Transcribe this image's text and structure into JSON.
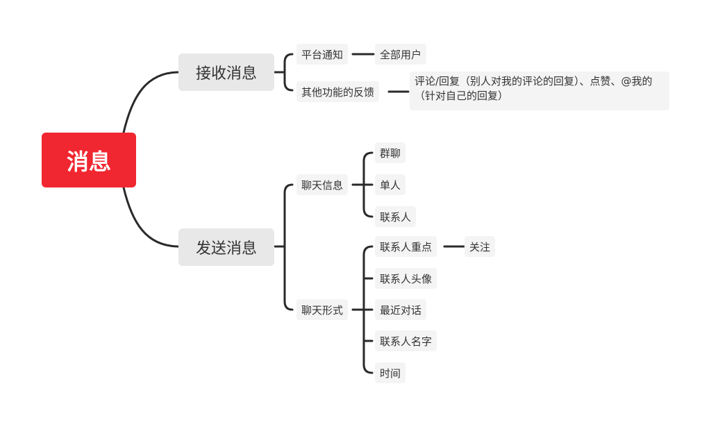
{
  "mindmap": {
    "root": "消息",
    "receive": {
      "label": "接收消息",
      "platform_notice": "平台通知",
      "all_users": "全部用户",
      "feedback": "其他功能的反馈",
      "feedback_detail": "评论/回复（别人对我的评论的回复）、点赞、@我的（针对自己的回复）"
    },
    "send": {
      "label": "发送消息",
      "chat_info": {
        "label": "聊天信息",
        "items": [
          "群聊",
          "单人",
          "联系人"
        ]
      },
      "chat_form": {
        "label": "聊天形式",
        "contact_focus": "联系人重点",
        "follow": "关注",
        "items": [
          "联系人头像",
          "最近对话",
          "联系人名字",
          "时间"
        ]
      }
    }
  },
  "colors": {
    "root_bg": "#f02630",
    "branch_bg": "#e8e8e8",
    "leaf_bg": "#f4f4f4",
    "line": "#2a2a2a"
  }
}
